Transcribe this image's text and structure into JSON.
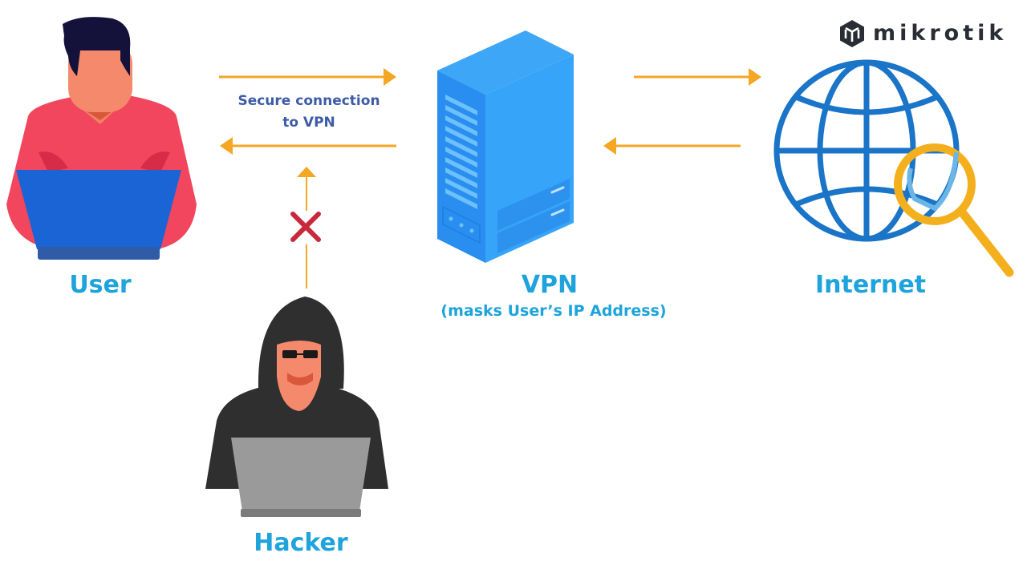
{
  "brand": {
    "name": "mikrotik",
    "logo_icon": "mikrotik-cube-icon"
  },
  "nodes": {
    "user": {
      "label": "User",
      "icon": "user-with-laptop-icon"
    },
    "vpn": {
      "label": "VPN",
      "sublabel": "(masks User’s IP Address)",
      "icon": "server-tower-icon"
    },
    "internet": {
      "label": "Internet",
      "icon": "globe-with-magnifier-icon"
    },
    "hacker": {
      "label": "Hacker",
      "icon": "hooded-hacker-with-laptop-icon"
    }
  },
  "connections": {
    "user_vpn_caption": "Secure connection\nto VPN",
    "user_to_vpn": {
      "direction": "right",
      "icon": "arrow-right-icon"
    },
    "vpn_to_user": {
      "direction": "left",
      "icon": "arrow-left-icon"
    },
    "vpn_to_internet": {
      "direction": "right",
      "icon": "arrow-right-icon"
    },
    "internet_to_vpn": {
      "direction": "left",
      "icon": "arrow-left-icon"
    },
    "hacker_attempt": {
      "direction": "up",
      "status": "blocked",
      "icon": "blocked-x-icon"
    }
  },
  "colors": {
    "label": "#1ea3dc",
    "caption": "#3c5ba8",
    "arrow": "#f5a623",
    "blocked": "#c8283a",
    "server": "#2f9bf5",
    "globe": "#1a74c7",
    "magnifier": "#f4b01c"
  }
}
